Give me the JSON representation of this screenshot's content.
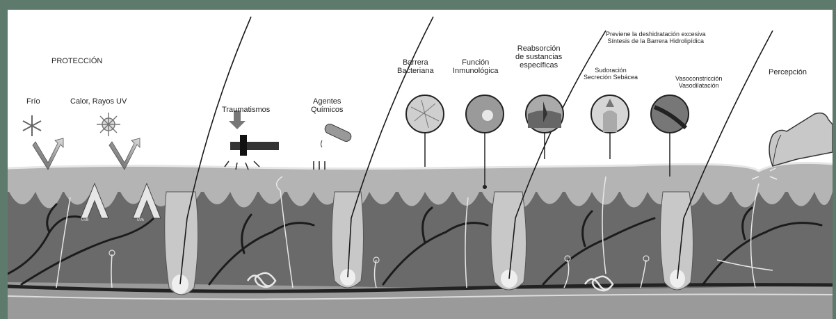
{
  "labels": {
    "proteccion": "PROTECCIÓN",
    "frio": "Frío",
    "calor": "Calor, Rayos UV",
    "traumatismos": "Traumatismos",
    "agentes": "Agentes\nQuímicos",
    "barrera": "Barrera\nBacteriana",
    "funcion": "Función\nInmunológica",
    "reabsorcion": "Reabsorción\nde sustancias\nespecíficas",
    "deshidratacion": "Previene la deshidratación excesiva\nSíntesis de la Barrera Hidrolipídica",
    "sudoracion": "Sudoración\nSecreción Sebácea",
    "vaso": "Vasoconstricción\nVasodilatación",
    "percepcion": "Percepción",
    "uvb": "UVB",
    "uva": "UVA"
  },
  "colors": {
    "frame": "#5e7a6c",
    "epidermis": "#a8a8a8",
    "dermis": "#6e6e6e",
    "hypodermis": "#8a8a8a",
    "lines": "#1c1c1c"
  }
}
